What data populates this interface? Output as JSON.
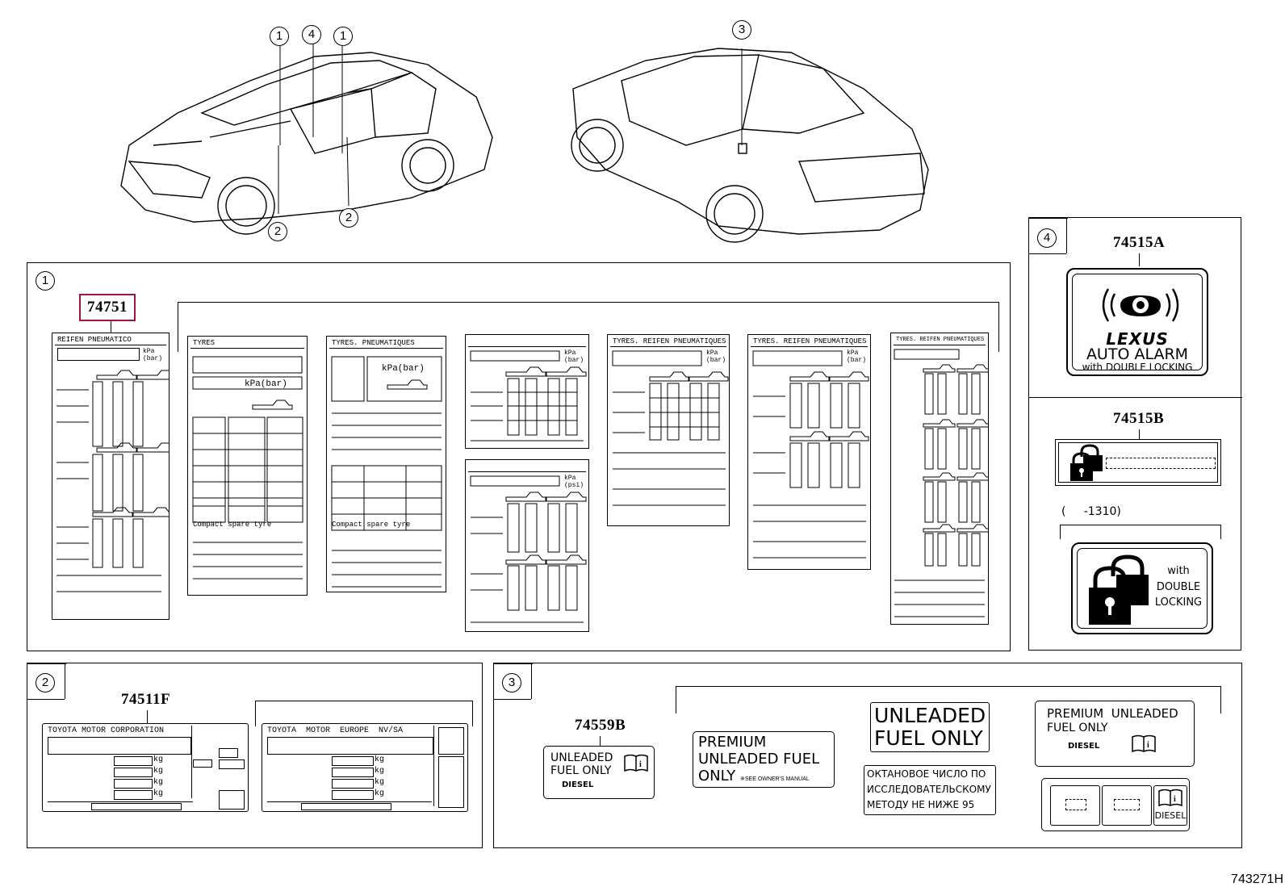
{
  "figure_number": "743271H",
  "callouts": {
    "c1a": "1",
    "c4": "4",
    "c1b": "1",
    "c2a": "2",
    "c2b": "2",
    "c3": "3"
  },
  "panel1": {
    "callout": "1",
    "part_number": "74751",
    "labels": [
      {
        "header": "REIFEN PNEUMATICO",
        "unit": "kPa (bar)"
      },
      {
        "header": "TYRES     ",
        "unit": "kPa(bar)",
        "note": "Compact spare tyre"
      },
      {
        "header": "TYRES. PNEUMATIQUES",
        "unit": "kPa(bar)",
        "note": "Compact spare tyre"
      },
      {
        "header": "",
        "unit": "kPa (bar)"
      },
      {
        "header": "TYRES. REIFEN PNEUMATIQUES",
        "unit": "kPa (bar)"
      },
      {
        "header": "TYRES. REIFEN PNEUMATIQUES",
        "unit": "kPa (bar)"
      },
      {
        "header": "TYRES. REIFEN PNEUMATIQUES",
        "unit": ""
      },
      {
        "header": "",
        "unit": "kPa (psi)"
      }
    ]
  },
  "panel4": {
    "callout": "4",
    "a": {
      "part_number": "74515A",
      "brand": "LEXUS",
      "line1": "AUTO ALARM",
      "line2": "with DOUBLE LOCKING"
    },
    "b": {
      "part_number": "74515B"
    },
    "c": {
      "range": "(     -1310)",
      "line1": "with",
      "line2": "DOUBLE",
      "line3": "LOCKING"
    }
  },
  "panel2": {
    "callout": "2",
    "part_number": "74511F",
    "plate1": {
      "maker": "TOYOTA MOTOR CORPORATION",
      "kg": [
        "kg",
        "kg",
        "kg",
        "kg"
      ]
    },
    "plate2": {
      "maker": "TOYOTA  MOTOR  EUROPE  NV/SA",
      "kg": [
        "kg",
        "kg",
        "kg",
        "kg"
      ]
    }
  },
  "panel3": {
    "callout": "3",
    "part_number": "74559B",
    "sticker1": {
      "line1": "UNLEADED",
      "line2": "FUEL ONLY",
      "line3": "DIESEL"
    },
    "sticker2": {
      "line1": "PREMIUM",
      "line2": "UNLEADED FUEL",
      "line3": "ONLY",
      "note": "※SEE OWNER'S MANUAL"
    },
    "sticker3": {
      "line1": "UNLEADED",
      "line2": "FUEL ONLY"
    },
    "sticker4": {
      "line1": "ОКТАНОВОЕ ЧИСЛО ПО",
      "line2": "ИССЛЕДОВАТЕЛЬСКОМУ",
      "line3": "МЕТОДУ НЕ НИЖЕ 95"
    },
    "sticker5": {
      "line1": "PREMIUM  UNLEADED",
      "line2": "FUEL ONLY",
      "line3": "DIESEL"
    },
    "sticker6": {
      "line1": "DIESEL"
    }
  },
  "colors": {
    "highlight": "#a0163a"
  }
}
